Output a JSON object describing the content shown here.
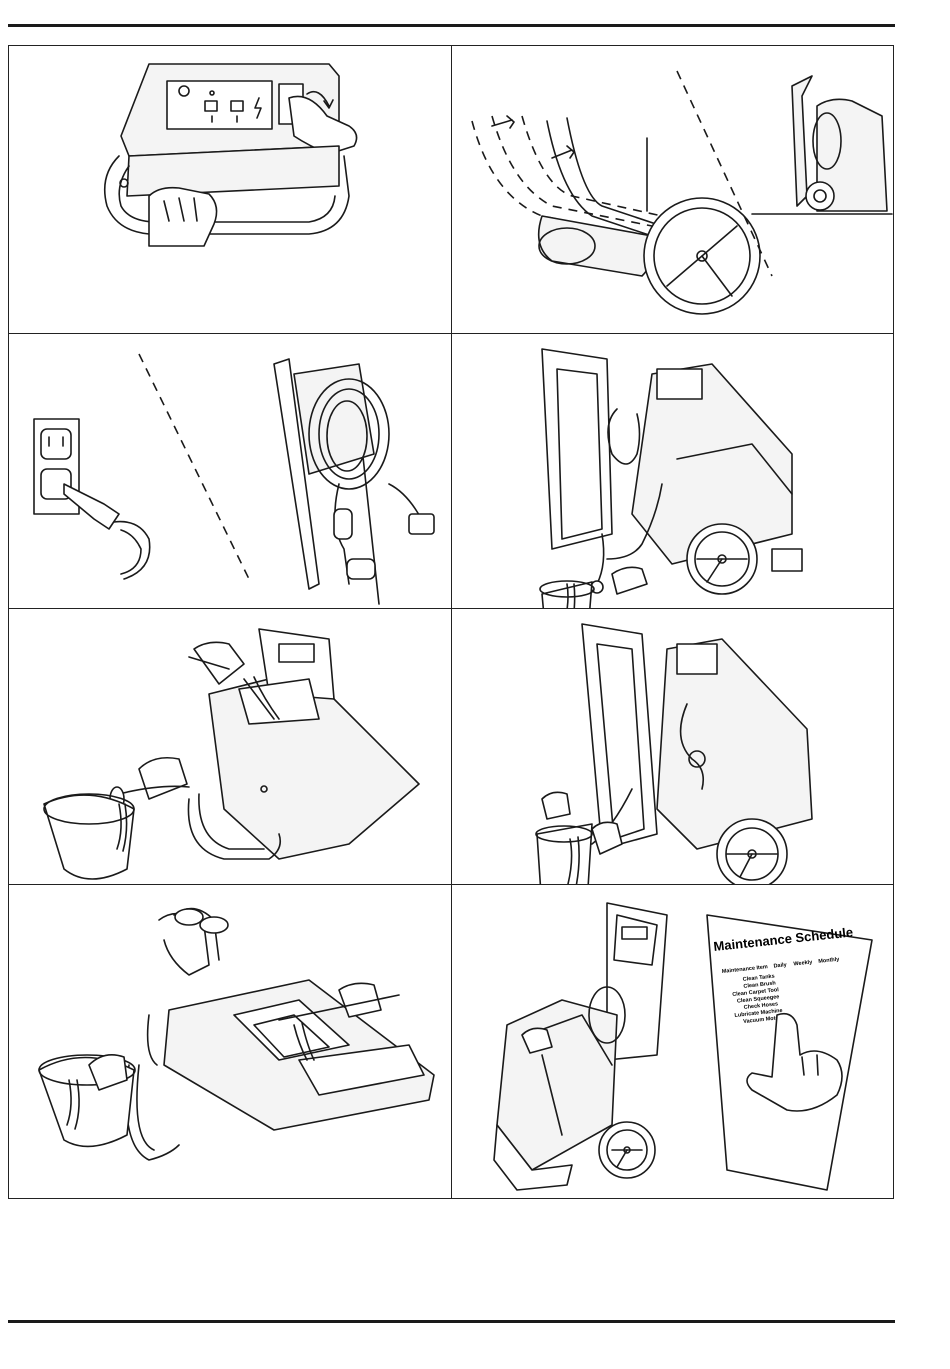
{
  "maintenance_schedule": {
    "title": "Maintenance Schedule",
    "column_headers": [
      "Maintenance Item",
      "Daily",
      "Weekly",
      "Monthly"
    ],
    "items": [
      "Clean Tanks",
      "Clean Brush",
      "Clean Carpet Tool",
      "Clean Squeegee",
      "Check Hoses",
      "Lubricate Machine",
      "Vacuum Motor"
    ]
  },
  "illustrations": [
    "control-panel-power-switch",
    "tilt-handle-back",
    "plug-into-outlet-and-cord-storage",
    "drain-recovery-tank-into-bucket",
    "flush-tank-with-water",
    "drain-solution-hose",
    "rinse-tank-with-hose",
    "maintenance-schedule-check"
  ],
  "colors": {
    "line": "#1a1a1a",
    "background": "#ffffff"
  }
}
